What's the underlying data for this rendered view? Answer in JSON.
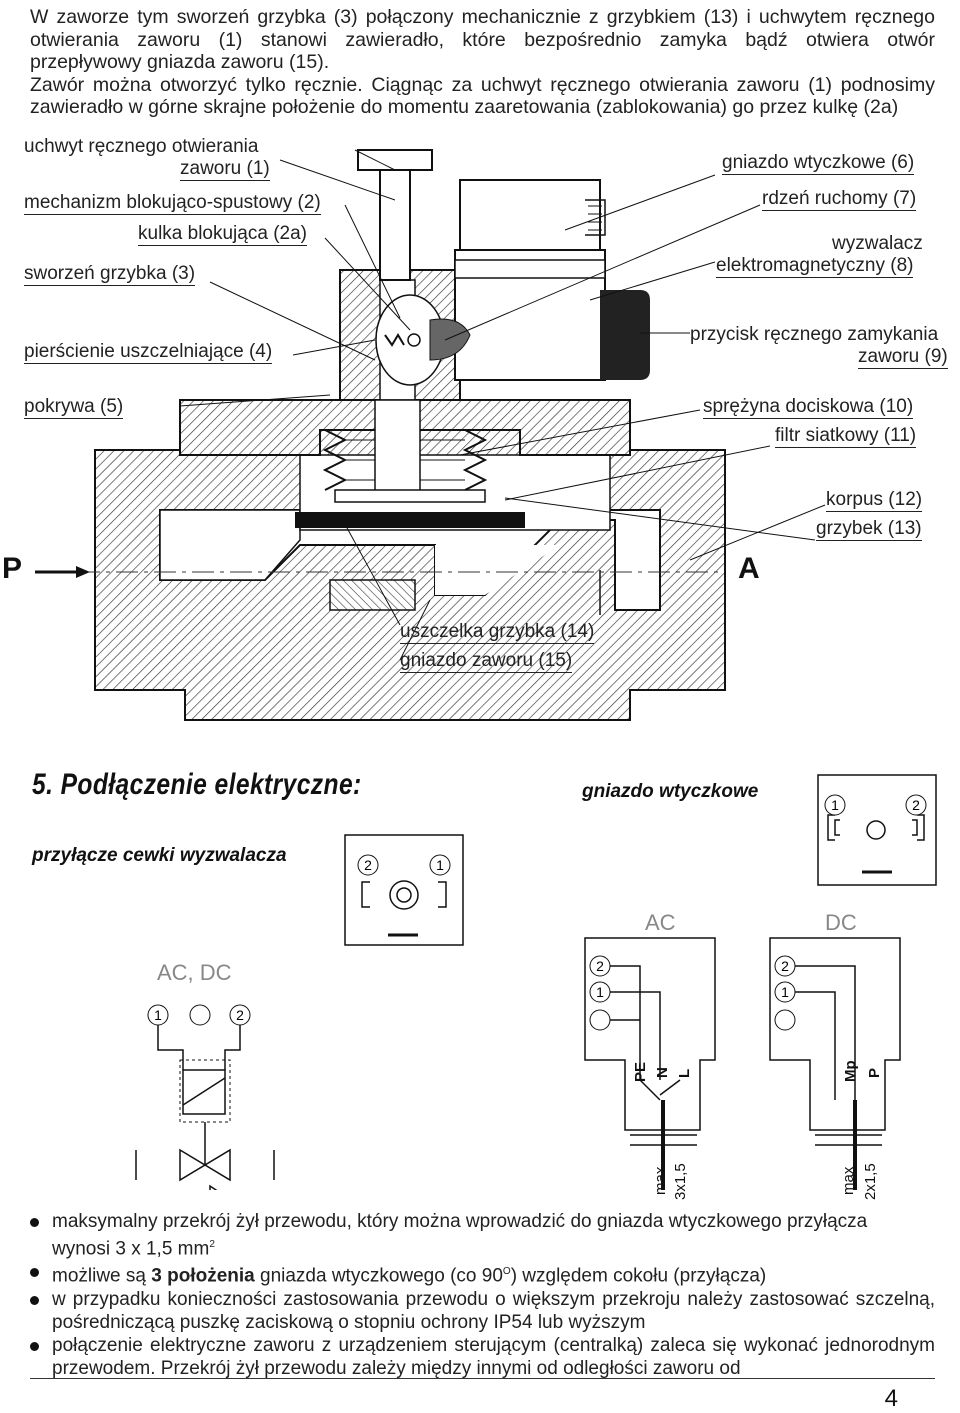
{
  "intro": {
    "p1_line1": "W zaworze tym sworzeń grzybka (3) połączony mechanicznie z grzybkiem (13) i uchwytem ręcznego",
    "p1_line2": "otwierania zaworu (1) stanowi zawieradło, które bezpośrednio zamyka  bądź otwiera otwór",
    "p1_line3": "przepływowy gniazda zaworu (15).",
    "p2_line1": "Zawór można otworzyć tylko ręcznie. Ciągnąc za uchwyt ręcznego otwierania zaworu (1) podnosimy",
    "p2_line2": "zawieradło w górne skrajne położenie do momentu zaaretowania (zablokowania) go przez kulkę (2a)"
  },
  "labels": {
    "l1a": "uchwyt ręcznego otwierania",
    "l1b": "zaworu (1)",
    "l2": "mechanizm blokująco-spustowy (2)",
    "l2a": "kulka blokująca (2a)",
    "l3": "sworzeń grzybka (3)",
    "l4": "pierścienie uszczelniające (4)",
    "l5": "pokrywa (5)",
    "l6": "gniazdo wtyczkowe (6)",
    "l7": "rdzeń ruchomy (7)",
    "l8a": "wyzwalacz",
    "l8b": "elektromagnetyczny (8)",
    "l9a": "przycisk ręcznego zamykania",
    "l9b": "zaworu (9)",
    "l10": "sprężyna dociskowa (10)",
    "l11": "filtr siatkowy (11)",
    "l12": "korpus (12)",
    "l13": "grzybek (13)",
    "l14": "uszczelka grzybka (14)",
    "l15": "gniazdo zaworu (15)",
    "inlet": "P",
    "outlet": "A"
  },
  "section5": {
    "heading": "5. Podłączenie elektryczne:",
    "plug_title": "gniazdo wtyczkowe",
    "coil_title": "przyłącze cewki wyzwalacza",
    "acdc": "AC, DC",
    "ac": "AC",
    "dc": "DC",
    "pin1": "1",
    "pin2": "2",
    "ac_wires": [
      "PE",
      "N",
      "L"
    ],
    "dc_wires": [
      "Mp",
      "P"
    ],
    "ac_max_a": "max",
    "ac_max_b": "3x1,5",
    "dc_max_a": "max",
    "dc_max_b": "2x1,5"
  },
  "bullets": {
    "b1a": "maksymalny przekrój żył przewodu, który można wprowadzić do gniazda wtyczkowego przyłącza",
    "b1b": "wynosi  3 x 1,5 mm",
    "b1sup": "2",
    "b2a": "możliwe są ",
    "b2bold": "3  położenia",
    "b2b": " gniazda wtyczkowego  (co 90",
    "b2sup": "O",
    "b2c": ") względem cokołu (przyłącza)",
    "b3": "w przypadku konieczności zastosowania przewodu o większym przekroju należy zastosować szczelną, pośredniczącą puszkę zaciskową o stopniu ochrony IP54 lub wyższym",
    "b4": "połączenie elektryczne zaworu z urządzeniem sterującym (centralką) zaleca się wykonać jednorodnym  przewodem. Przekrój żył przewodu zależy między innymi od odległości zaworu od"
  },
  "page_number": "4"
}
